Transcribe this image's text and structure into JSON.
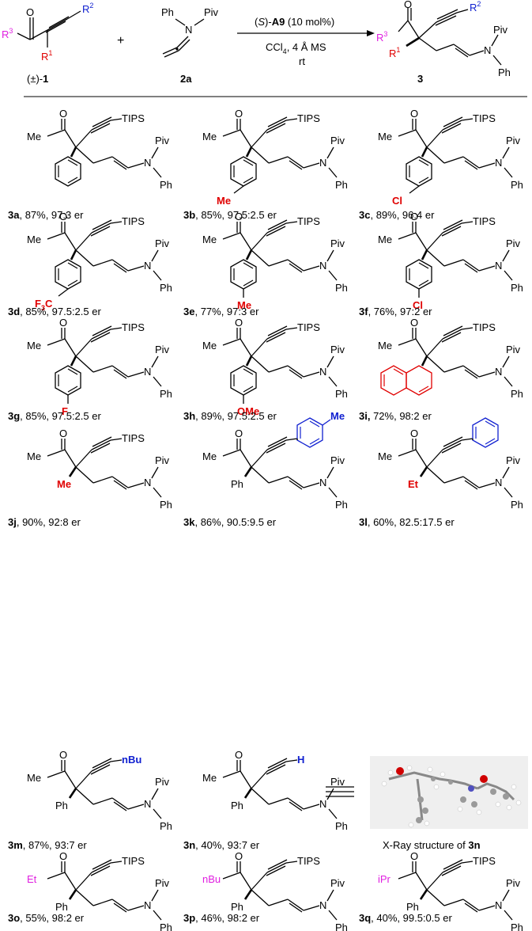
{
  "scheme": {
    "reactant1": {
      "label_pm": "(±)-",
      "label_num": "1",
      "sub_r3": "R",
      "sub_r3_n": "3",
      "sub_r1": "R",
      "sub_r1_n": "1",
      "sub_r2": "R",
      "sub_r2_n": "2"
    },
    "plus": "+",
    "reactant2": {
      "label": "2a",
      "ph": "Ph",
      "piv": "Piv",
      "n": "N"
    },
    "conditions": {
      "catalyst_pre": "(",
      "catalyst_s": "S",
      "catalyst_post": ")-",
      "catalyst_name": "A9",
      "loading": " (10 mol%)",
      "solvent": "CCl",
      "solvent_sub": "4",
      "additive": ", 4 Å MS",
      "temp": "rt"
    },
    "product": {
      "label": "3"
    }
  },
  "atoms": {
    "O": "O",
    "Me": "Me",
    "TIPS": "TIPS",
    "Piv": "Piv",
    "N": "N",
    "Ph": "Ph",
    "Et": "Et",
    "nBu": "nBu",
    "iPr": "iPr",
    "H": "H",
    "Cl": "Cl",
    "F": "F",
    "OMe": "OMe",
    "F3C_F": "F",
    "F3C_3": "3",
    "F3C_C": "C"
  },
  "colors": {
    "r1": "#e00000",
    "r2": "#1020d0",
    "r3": "#e020e0",
    "black": "#000000"
  },
  "compounds": [
    {
      "id": "3a",
      "yield": ", 87%, 97:3 er"
    },
    {
      "id": "3b",
      "yield": ", 85%, 97.5:2.5 er"
    },
    {
      "id": "3c",
      "yield": ", 89%, 96:4 er"
    },
    {
      "id": "3d",
      "yield": ", 85%, 97.5:2.5 er"
    },
    {
      "id": "3e",
      "yield": ", 77%, 97:3 er"
    },
    {
      "id": "3f",
      "yield": ", 76%, 97:2 er"
    },
    {
      "id": "3g",
      "yield": ", 85%, 97.5:2.5 er"
    },
    {
      "id": "3h",
      "yield": ", 89%, 97.5:2.5 er"
    },
    {
      "id": "3i,",
      "yield": " 72%, 98:2 er"
    },
    {
      "id": "3j",
      "yield": ", 90%, 92:8 er"
    },
    {
      "id": "3k",
      "yield": ", 86%, 90.5:9.5 er"
    },
    {
      "id": "3l",
      "yield": ", 60%, 82.5:17.5 er"
    },
    {
      "id": "3m",
      "yield": ", 87%, 93:7 er"
    },
    {
      "id": "3n",
      "yield": ", 40%, 93:7 er"
    },
    {
      "id": "3o",
      "yield": ", 55%, 98:2 er"
    },
    {
      "id": "3p",
      "yield": ", 46%, 98:2 er"
    },
    {
      "id": "3q",
      "yield": ", 40%, 99.5:0.5 er"
    }
  ],
  "xray": {
    "caption": "X-Ray structure of ",
    "caption_id": "3n"
  }
}
